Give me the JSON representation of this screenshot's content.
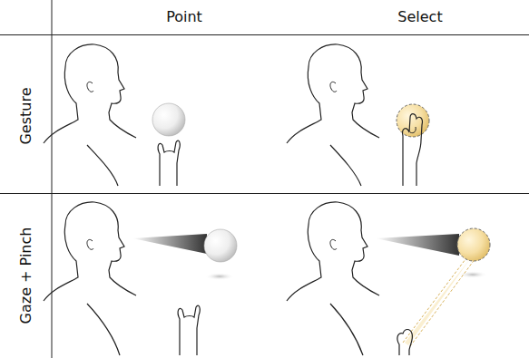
{
  "diagram": {
    "labels": [
      "Point",
      "Select",
      "Gesture",
      "Gaze + Pinch"
    ]
  }
}
